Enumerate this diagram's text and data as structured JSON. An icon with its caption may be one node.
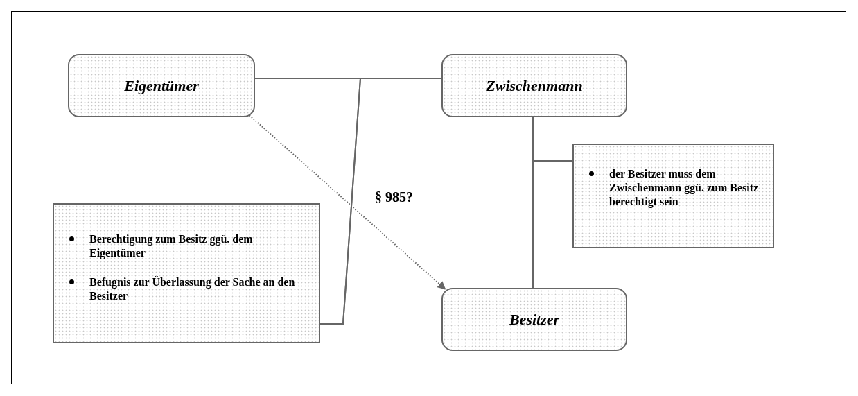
{
  "diagram": {
    "nodes": [
      {
        "text": [
          "Eigentümer"
        ]
      },
      {
        "text": [
          "Zwischenmann"
        ]
      },
      {
        "text": [
          "Berechtigung zum Besitz ggü. dem Eigentümer",
          "Befugnis zur Überlassung der Sache an den Besitzer"
        ]
      },
      {
        "text": [
          "der Besitzer muss dem Zwischenmann ggü. zum Besitz berechtigt sein"
        ]
      },
      {
        "text": [
          "Besitzer"
        ]
      }
    ],
    "edges": [
      {
        "from": 0,
        "to": 1,
        "arrow": "none"
      },
      {
        "from": 0,
        "to": 2,
        "arrow": "none"
      },
      {
        "from": 1,
        "to": 2,
        "arrow": "none"
      },
      {
        "from": 1,
        "to": 4,
        "arrow": "none"
      },
      {
        "from": 1,
        "to": 3,
        "arrow": "none"
      },
      {
        "from": 4,
        "to": 3,
        "arrow": "none"
      },
      {
        "from": 0,
        "to": 4,
        "arrow": "to",
        "style": "dashed",
        "label": "§ 985?"
      }
    ]
  }
}
